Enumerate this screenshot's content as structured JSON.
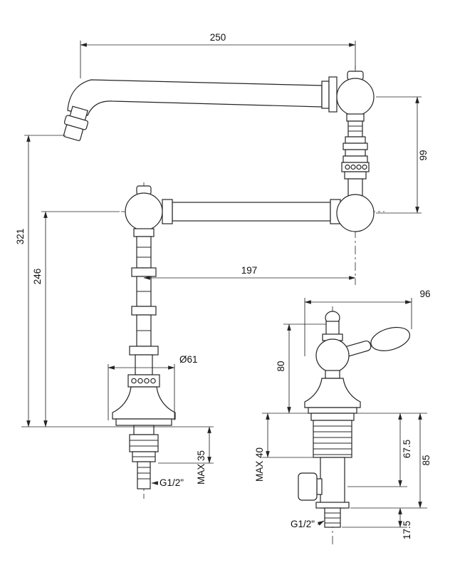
{
  "drawing": {
    "background": "#ffffff",
    "line_color": "#242424",
    "main": {
      "reach": "250",
      "joint_span": "99",
      "height_total": "321",
      "height_arm": "246",
      "arm_length": "197",
      "base_diameter": "Ø61",
      "max_counter": "MAX 35",
      "thread": "G1/2\""
    },
    "valve": {
      "handle_length": "96",
      "handle_height": "80",
      "max_counter": "MAX 40",
      "depth_outlet": "67.5",
      "depth_body": "85",
      "tail_length": "17.5",
      "thread": "G1/2\""
    }
  }
}
